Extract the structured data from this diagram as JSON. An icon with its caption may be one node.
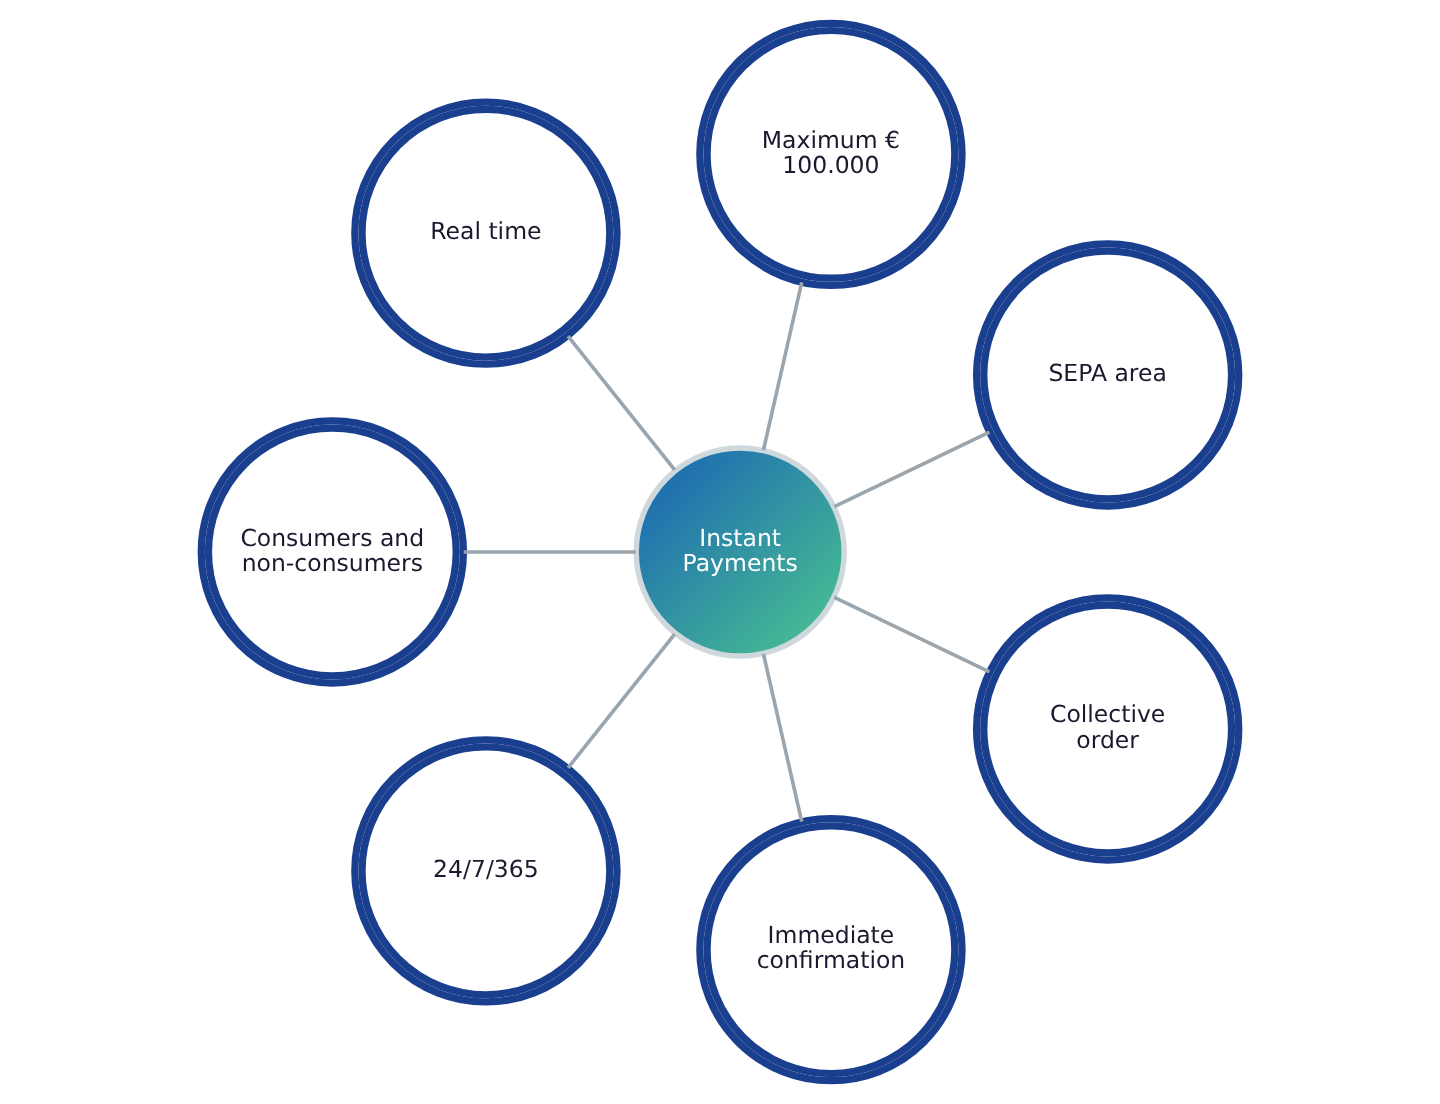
{
  "diagram": {
    "nodes": [
      {
        "text": [
          "Instant Payments"
        ]
      },
      {
        "text": [
          "SEPA area"
        ]
      },
      {
        "text": [
          "Maximum € 100.000"
        ]
      },
      {
        "text": [
          "Real time"
        ]
      },
      {
        "text": [
          "Consumers and non-consumers"
        ]
      },
      {
        "text": [
          "24/7/365"
        ]
      },
      {
        "text": [
          "Immediate confirmation"
        ]
      },
      {
        "text": [
          "Collective order"
        ]
      }
    ],
    "edges": [
      {
        "from": 0,
        "to": 1,
        "arrow": "none"
      },
      {
        "from": 0,
        "to": 2,
        "arrow": "none"
      },
      {
        "from": 0,
        "to": 3,
        "arrow": "none"
      },
      {
        "from": 0,
        "to": 4,
        "arrow": "none"
      },
      {
        "from": 0,
        "to": 5,
        "arrow": "none"
      },
      {
        "from": 0,
        "to": 6,
        "arrow": "none"
      },
      {
        "from": 0,
        "to": 7,
        "arrow": "none"
      }
    ]
  }
}
